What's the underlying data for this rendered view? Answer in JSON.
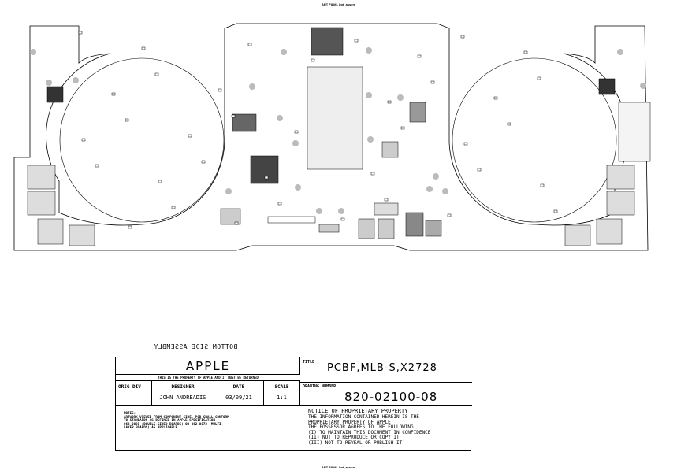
{
  "header_top": "ART FILM - bot_assem",
  "header_bottom": "ART FILM - bot_assem",
  "view_label": "BOTTOM SIDE ASSEMBLY",
  "title_block": {
    "company": "APPLE",
    "property_line": "THIS IS THE PROPERTY OF APPLE AND IT MUST BE RETURNED",
    "orig_div_label": "ORIG DIV",
    "designer_label": "DESIGNER",
    "designer": "JOHN ANDREADIS",
    "date_label": "DATE",
    "date": "03/09/21",
    "scale_label": "SCALE",
    "scale": "1:1",
    "title_label": "TITLE",
    "title": "PCBF,MLB-S,X2728",
    "drawing_number_label": "DRAWING NUMBER",
    "drawing_number": "820-02100-08",
    "notes": [
      "NOTES:",
      "ARTWORK VIEWED FROM COMPONENT SIDE. PCB SHALL CONFORM",
      "TO STANDARDS AS DEFINED IN APPLE SPECIFICATION",
      "062-0031 (DOUBLE-SIDED BOARDS) OR 062-0073 (MULTI-",
      "LAYER BOARDS) AS APPLICABLE."
    ],
    "notice": [
      "NOTICE OF PROPRIETARY PROPERTY",
      "THE INFORMATION CONTAINED HEREIN IS THE",
      "PROPRIETARY PROPERTY OF APPLE",
      "THE POSSESSOR AGREES TO THE FOLLOWING",
      "(I) TO MAINTAIN THIS DOCUMENT IN CONFIDENCE",
      "(II) NOT TO REPRODUCE OR COPY IT",
      "(III) NOT TO REVEAL OR PUBLISH IT"
    ]
  }
}
